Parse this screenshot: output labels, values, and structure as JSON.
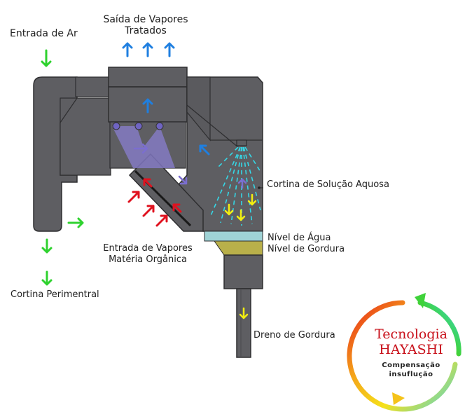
{
  "labels": {
    "entrada_ar": "Entrada de Ar",
    "saida_vapores_1": "Saída de Vapores",
    "saida_vapores_2": "Tratados",
    "cortina_solucao": "Cortina de Solução Aquosa",
    "nivel_agua": "Nível de Água",
    "nivel_gordura": "Nível de Gordura",
    "entrada_vapores_1": "Entrada de Vapores",
    "entrada_vapores_2": "Matéria Orgânica",
    "cortina_perimentral": "Cortina Perimentral",
    "dreno_gordura": "Dreno de Gordura"
  },
  "logo": {
    "line1": "Tecnologia",
    "line2": "HAYASHI",
    "line3": "Compensação",
    "line4": "insuflução"
  },
  "colors": {
    "body": "#5e5e62",
    "outline": "#2e2e30",
    "water": "#9fd3d6",
    "grease": "#b9b04a",
    "spray": "#35d7e6",
    "vapor_zone": "#8a7fd0",
    "arrow_blue": "#1f7fe0",
    "arrow_green": "#2fd22f",
    "arrow_red": "#e0121f",
    "arrow_yellow": "#f2ee10",
    "arrow_purple": "#7b6ed0",
    "logo_red": "#c8101a"
  }
}
